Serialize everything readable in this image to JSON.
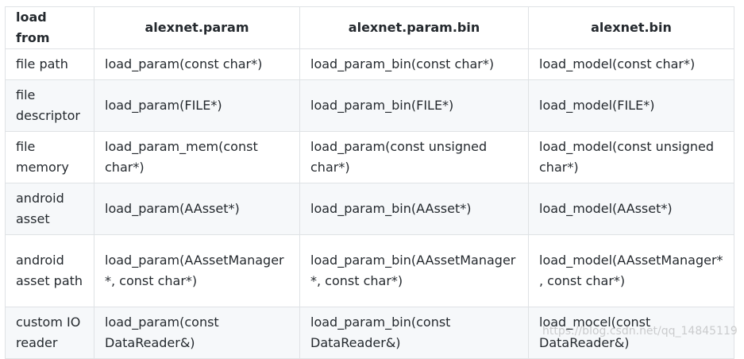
{
  "header": {
    "col0": "load from",
    "col1": "alexnet.param",
    "col2": "alexnet.param.bin",
    "col3": "alexnet.bin"
  },
  "rows": [
    {
      "source": "file path",
      "param": "load_param(const char*)",
      "param_bin": "load_param_bin(const char*)",
      "bin": "load_model(const char*)"
    },
    {
      "source": "file descriptor",
      "param": "load_param(FILE*)",
      "param_bin": "load_param_bin(FILE*)",
      "bin": "load_model(FILE*)"
    },
    {
      "source": "file memory",
      "param": "load_param_mem(const char*)",
      "param_bin": "load_param(const unsigned char*)",
      "bin": "load_model(const unsigned char*)"
    },
    {
      "source": "android asset",
      "param": "load_param(AAsset*)",
      "param_bin": "load_param_bin(AAsset*)",
      "bin": "load_model(AAsset*)"
    },
    {
      "source": "android asset path",
      "param": "load_param(AAssetManager*, const char*)",
      "param_bin": "load_param_bin(AAssetManager*, const char*)",
      "bin": "load_model(AAssetManager*, const char*)"
    },
    {
      "source": "custom IO reader",
      "param": "load_param(const DataReader&)",
      "param_bin": "load_param_bin(const DataReader&)",
      "bin": "load_mocel(const DataReader&)"
    }
  ],
  "watermark": "https://blog.csdn.net/qq_14845119"
}
